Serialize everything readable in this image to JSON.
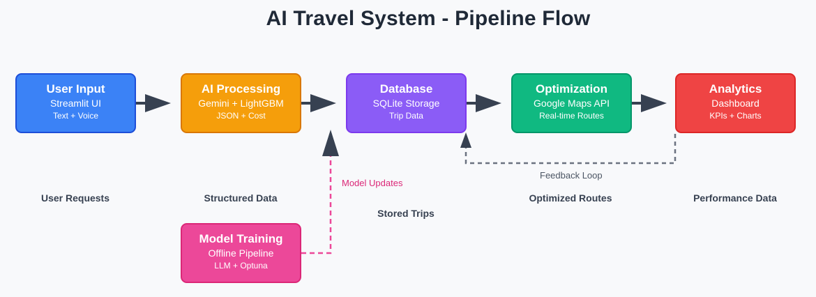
{
  "title": "AI Travel System - Pipeline Flow",
  "colors": {
    "background": "#f8f9fb",
    "arrow": "#374151",
    "dashed_feedback": "#6b7280",
    "dashed_model": "#ec4899"
  },
  "stages": [
    {
      "name": "User Input",
      "sub": "Streamlit UI",
      "detail": "Text + Voice",
      "fill": "#3b82f6",
      "border": "#1d4ed8"
    },
    {
      "name": "AI Processing",
      "sub": "Gemini + LightGBM",
      "detail": "JSON + Cost",
      "fill": "#f59e0b",
      "border": "#d97706"
    },
    {
      "name": "Database",
      "sub": "SQLite Storage",
      "detail": "Trip Data",
      "fill": "#8b5cf6",
      "border": "#7c3aed"
    },
    {
      "name": "Optimization",
      "sub": "Google Maps API",
      "detail": "Real-time Routes",
      "fill": "#10b981",
      "border": "#059669"
    },
    {
      "name": "Analytics",
      "sub": "Dashboard",
      "detail": "KPIs + Charts",
      "fill": "#ef4444",
      "border": "#dc2626"
    }
  ],
  "training": {
    "name": "Model Training",
    "sub": "Offline Pipeline",
    "detail": "LLM + Optuna",
    "fill": "#ec4899",
    "border": "#db2777"
  },
  "captions": [
    "User Requests",
    "Structured Data",
    "Stored Trips",
    "Optimized Routes",
    "Performance Data"
  ],
  "edge_labels": {
    "feedback": "Feedback Loop",
    "model_updates": "Model Updates"
  }
}
